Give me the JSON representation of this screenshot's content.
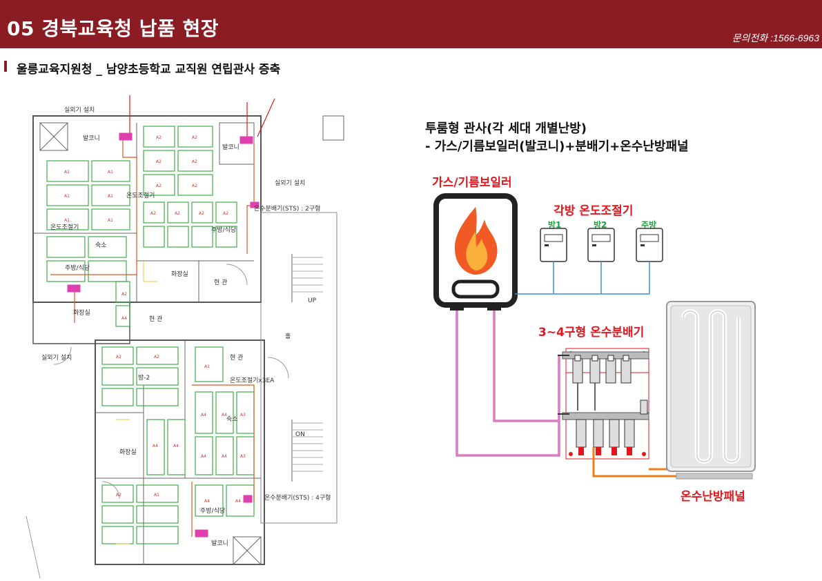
{
  "header": {
    "title": "05 경북교육청 납품 현장",
    "contact": "문의전화 :1566-6963",
    "bg_color": "#8b1c24"
  },
  "subtitle": "울릉교육지원청 _ 남양초등학교 교직원 연립관사 증축",
  "floorplan": {
    "outdoor_unit_1": "실외기 설치",
    "outdoor_unit_2": "실외기 설치",
    "outdoor_unit_3": "실외기 설치",
    "balcony_1": "발코니",
    "balcony_2": "발코니",
    "balcony_3": "발코니",
    "thermostat_1": "온도조절기",
    "thermostat_2": "온도조절기",
    "thermostat_3": "온도조절기x3EA",
    "distributor_1": "온수분배기(STS) : 2구형",
    "distributor_2": "온수분배기(STS) : 4구형",
    "kitchen_1": "주방/식당",
    "kitchen_2": "주방/식당",
    "kitchen_3": "주방/식당",
    "bathroom_1": "화장실",
    "bathroom_2": "화장실",
    "bathroom_3": "화장실",
    "entrance_1": "현 관",
    "entrance_2": "현 관",
    "entrance_3": "현 관",
    "bedroom_1": "숙소",
    "bedroom_2": "숙소",
    "room_2": "방-2",
    "hall": "홀",
    "up_label": "UP",
    "on_label": "ON"
  },
  "diagram": {
    "desc_line1": "투룸형 관사(각 세대 개별난방)",
    "desc_line2": "- 가스/기름보일러(발코니)+분배기+온수난방패널",
    "boiler_label": "가스/기름보일러",
    "thermostat_label": "각방 온도조절기",
    "rooms": [
      "방1",
      "방2",
      "주방"
    ],
    "distributor_label": "3~4구형 온수분배기",
    "panel_label": "온수난방패널",
    "accent_red": "#e4161b",
    "accent_green": "#1aa23a",
    "pipe_color": "#c23aa0"
  }
}
